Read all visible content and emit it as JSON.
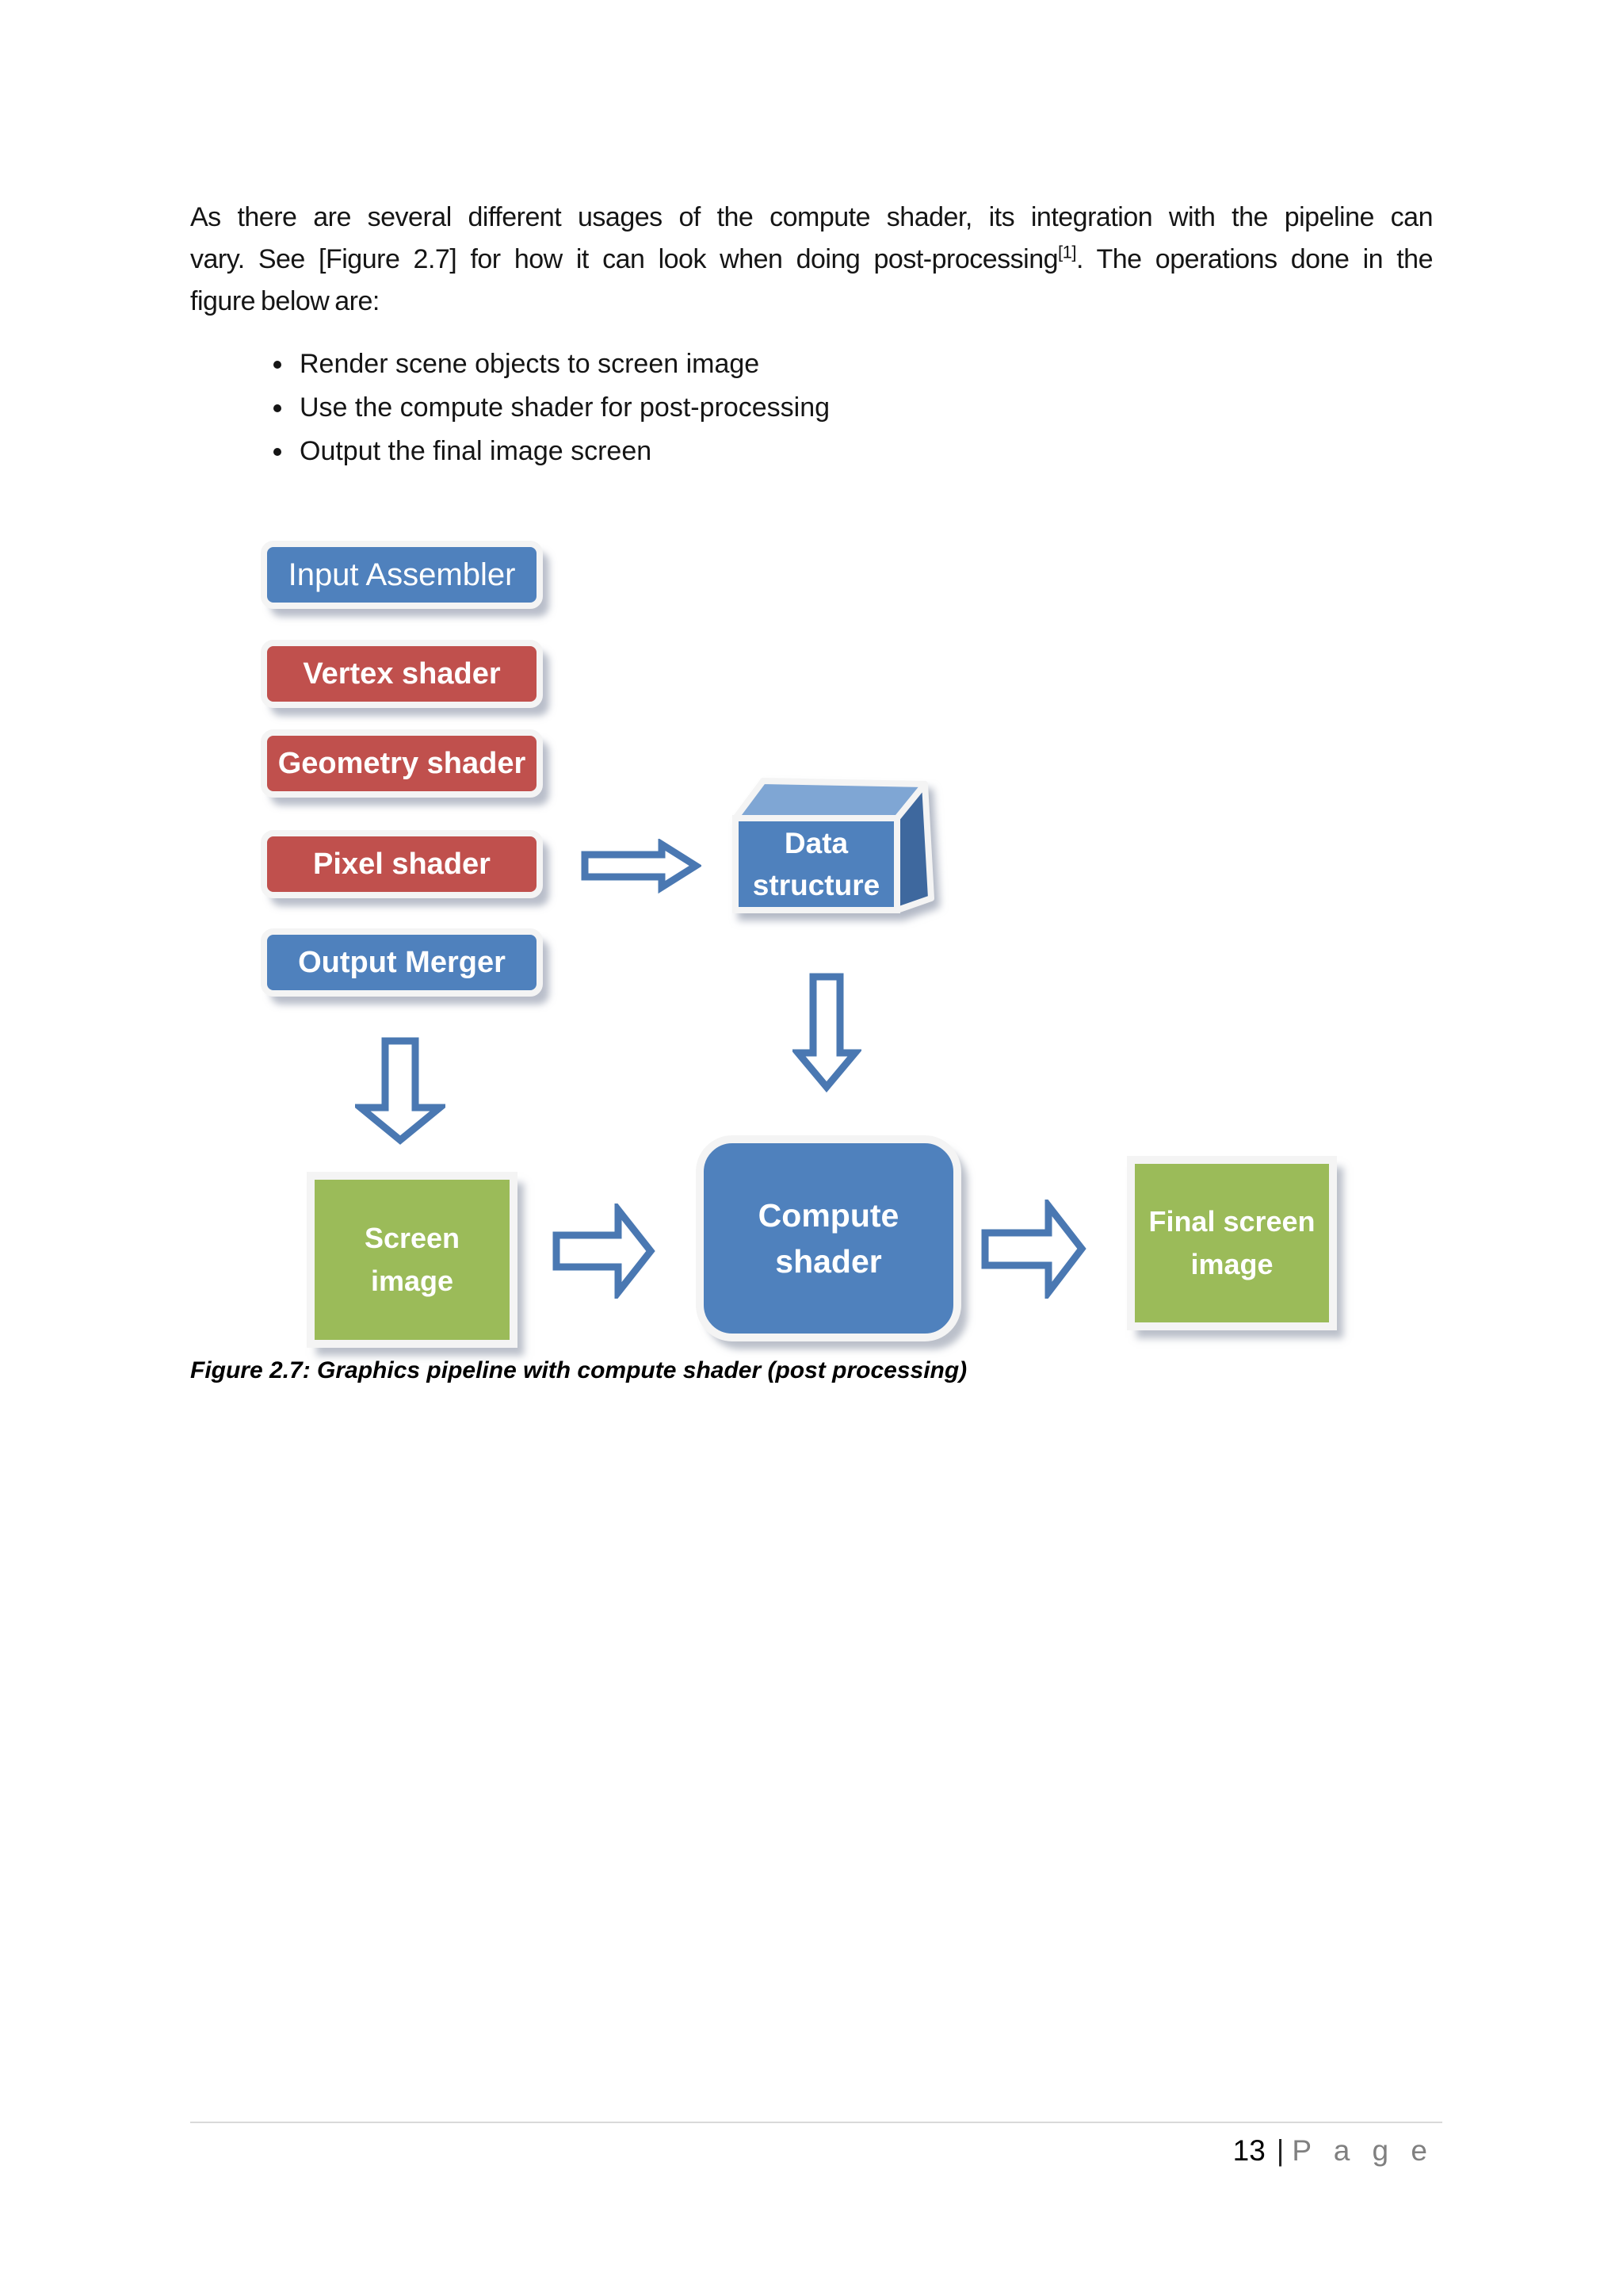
{
  "document": {
    "paragraph": {
      "line1": "As there are several different usages of the compute shader, its integration with the pipeline can",
      "line2_pre": "vary. See [Figure 2.7] for how it can look when doing post-processing",
      "line2_sup": "[1]",
      "line2_post": ". The operations done in the",
      "line3": "figure below are:"
    },
    "bullets": [
      "Render scene objects to screen image",
      "Use the compute shader for post-processing",
      "Output the final image screen"
    ],
    "figure": {
      "caption": "Figure 2.7: Graphics pipeline with compute shader (post processing)",
      "nodes": {
        "input_assembler": "Input Assembler",
        "vertex_shader": "Vertex shader",
        "geometry_shader": "Geometry shader",
        "pixel_shader": "Pixel shader",
        "output_merger": "Output Merger",
        "data_structure": "Data\nstructure",
        "screen_image": "Screen\nimage",
        "compute_shader": "Compute\nshader",
        "final_screen_image": "Final screen\nimage"
      }
    },
    "footer": {
      "page_number": "13",
      "separator": "|",
      "label": "P a g e"
    }
  },
  "colors": {
    "blue": "#4F81BD",
    "red": "#C0504D",
    "green": "#9BBB59",
    "arrow": "#4A78B2",
    "top_face": "#7FA6D4",
    "side_face": "#3E689E",
    "outline": "#F4F4F4",
    "footer_gray": "#808080",
    "line_gray": "#D9D9D9",
    "text": "#151515"
  }
}
